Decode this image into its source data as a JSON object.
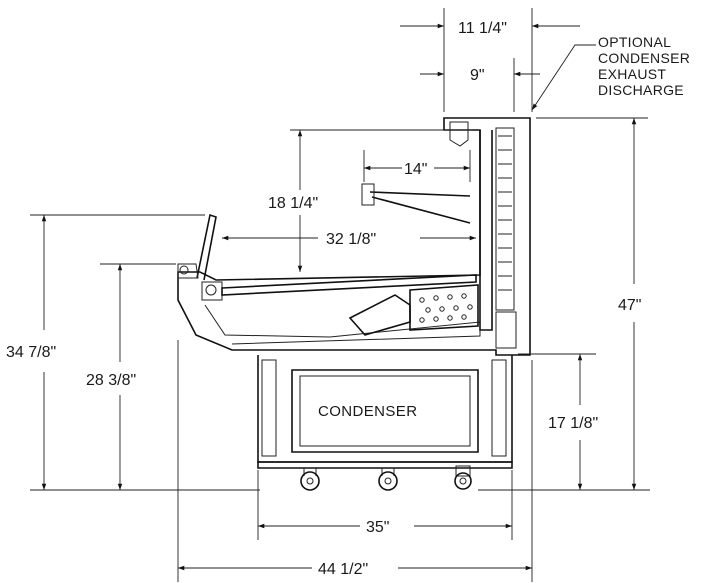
{
  "dimensions": {
    "top_width": "11 1/4\"",
    "top_inner": "9\"",
    "shelf_depth": "14\"",
    "upper_height": "18 1/4\"",
    "interior_depth": "32 1/8\"",
    "overall_height_left": "34 7/8\"",
    "counter_height": "28 3/8\"",
    "overall_height_right": "47\"",
    "base_height": "17 1/8\"",
    "base_width": "35\"",
    "overall_width": "44 1/2\""
  },
  "labels": {
    "exhaust_line1": "OPTIONAL",
    "exhaust_line2": "CONDENSER",
    "exhaust_line3": "EXHAUST",
    "exhaust_line4": "DISCHARGE",
    "condenser": "CONDENSER"
  },
  "colors": {
    "line": "#111111",
    "background": "#ffffff"
  }
}
